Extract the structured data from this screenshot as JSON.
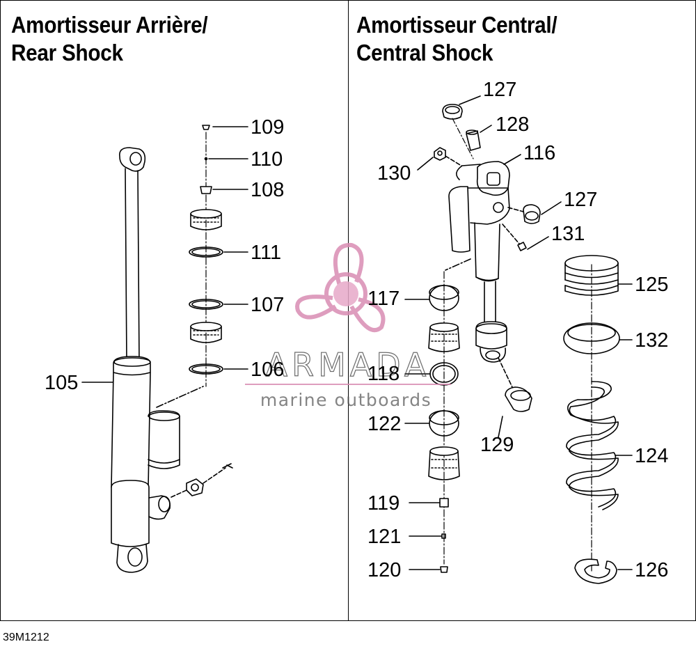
{
  "panels": {
    "rear": {
      "title_line1": "Amortisseur Arrière/",
      "title_line2": "Rear Shock"
    },
    "central": {
      "title_line1": "Amortisseur Central/",
      "title_line2": "Central Shock"
    }
  },
  "callouts": {
    "c109": "109",
    "c110": "110",
    "c108": "108",
    "c111": "111",
    "c107": "107",
    "c106": "106",
    "c105": "105",
    "c127a": "127",
    "c128": "128",
    "c116": "116",
    "c130": "130",
    "c127b": "127",
    "c131": "131",
    "c117": "117",
    "c125": "125",
    "c132": "132",
    "c118": "118",
    "c122": "122",
    "c129": "129",
    "c124": "124",
    "c119": "119",
    "c121": "121",
    "c120": "120",
    "c126": "126"
  },
  "watermark": {
    "brand": "ARMADA",
    "tagline": "marine outboards",
    "color": "#d98cb3"
  },
  "figure_code": "39M1212"
}
